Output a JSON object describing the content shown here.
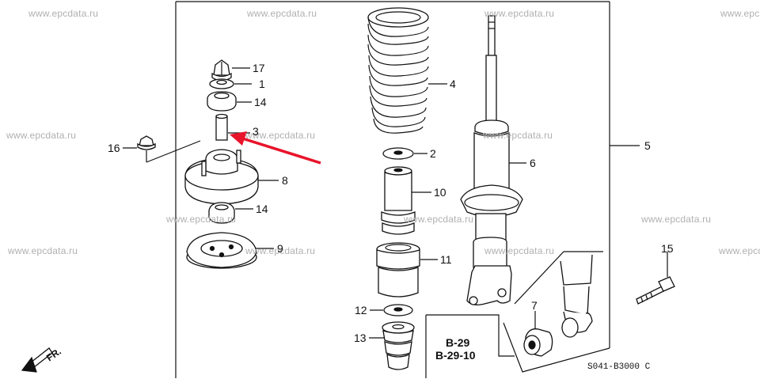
{
  "watermarks": {
    "top_left": "www.epcdata.ru",
    "top_center": "www.epcdata.ru",
    "top_right": "www.epcdata.ru",
    "top_far_right": "www.epc",
    "mid_left": "www.epcdata.ru",
    "mid_center": "www.epcdata.ru",
    "mid_right": "www.epcdata.ru",
    "low_left": "www.epcdata.ru",
    "low_center": "www.epcdata.ru",
    "low_right": "www.epcdata.ru",
    "low_far_right": "www.epcdata.ru",
    "lower_left": "www.epcdata.ru",
    "lower_center": "www.epcdata.ru",
    "lower_right": "www.epcdata.ru"
  },
  "callouts": {
    "p17": "17",
    "p1": "1",
    "p14a": "14",
    "p3": "3",
    "p16": "16",
    "p8": "8",
    "p14b": "14",
    "p9": "9",
    "p4": "4",
    "p2": "2",
    "p10": "10",
    "p11": "11",
    "p12": "12",
    "p13": "13",
    "p6": "6",
    "p5": "5",
    "p15": "15",
    "p7": "7"
  },
  "references": {
    "ref1": "B-29",
    "ref2": "B-29-10"
  },
  "diagram_code": "S041-B3000 C",
  "front_marker": "FR.",
  "colors": {
    "line": "#111111",
    "watermark": "#b0b0b0",
    "highlight_arrow": "#e8142a"
  }
}
